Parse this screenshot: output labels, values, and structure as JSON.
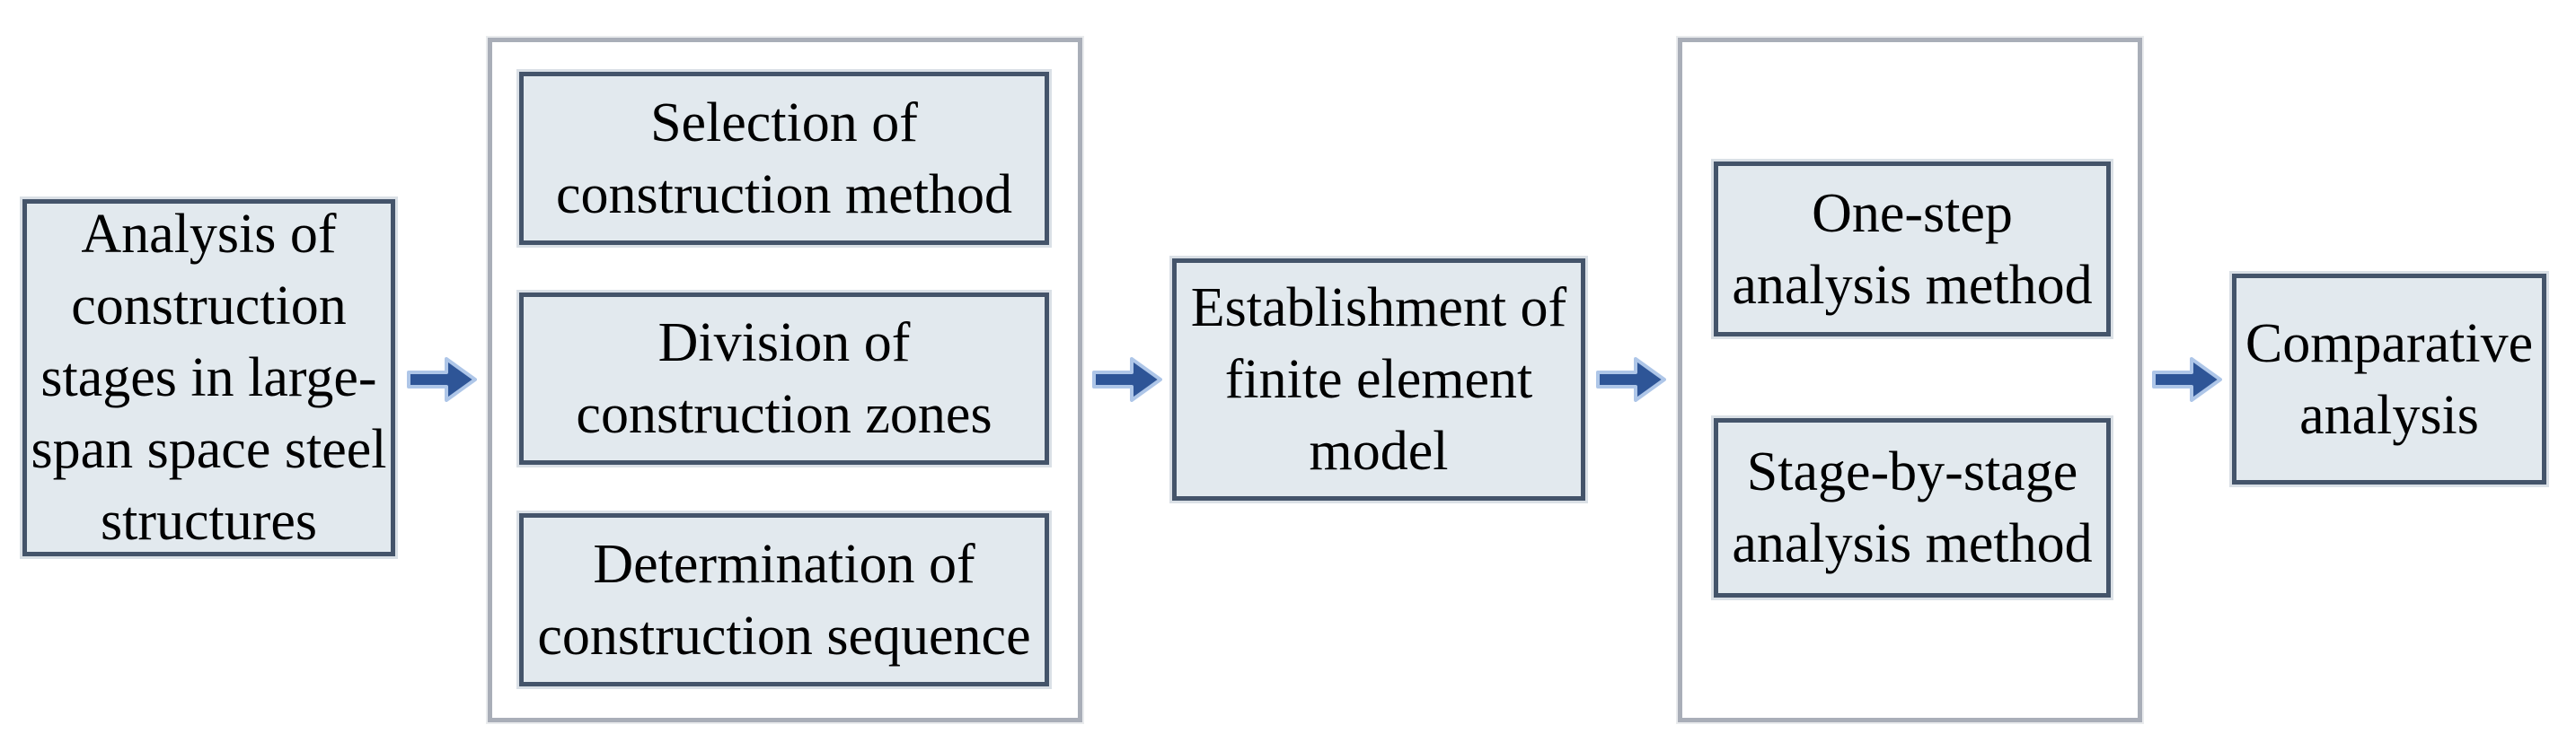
{
  "flowchart": {
    "start_box": {
      "label": "Analysis of\nconstruction\nstages in large-\nspan space steel\nstructures"
    },
    "stage_group": {
      "items": [
        {
          "label": "Selection of\nconstruction method"
        },
        {
          "label": "Division of\nconstruction zones"
        },
        {
          "label": "Determination of\nconstruction sequence"
        }
      ]
    },
    "model_box": {
      "label": "Establishment of\nfinite element\nmodel"
    },
    "analysis_group": {
      "items": [
        {
          "label": "One-step\nanalysis method"
        },
        {
          "label": "Stage-by-stage\nanalysis method"
        }
      ]
    },
    "end_box": {
      "label": "Comparative\nanalysis"
    },
    "colors": {
      "box_fill": "#e2e9ee",
      "box_border": "#44546a",
      "group_border": "#a9aeb8",
      "arrow_fill": "#2e5597",
      "arrow_outline": "#aec6e8",
      "text_color": "#000000"
    }
  }
}
